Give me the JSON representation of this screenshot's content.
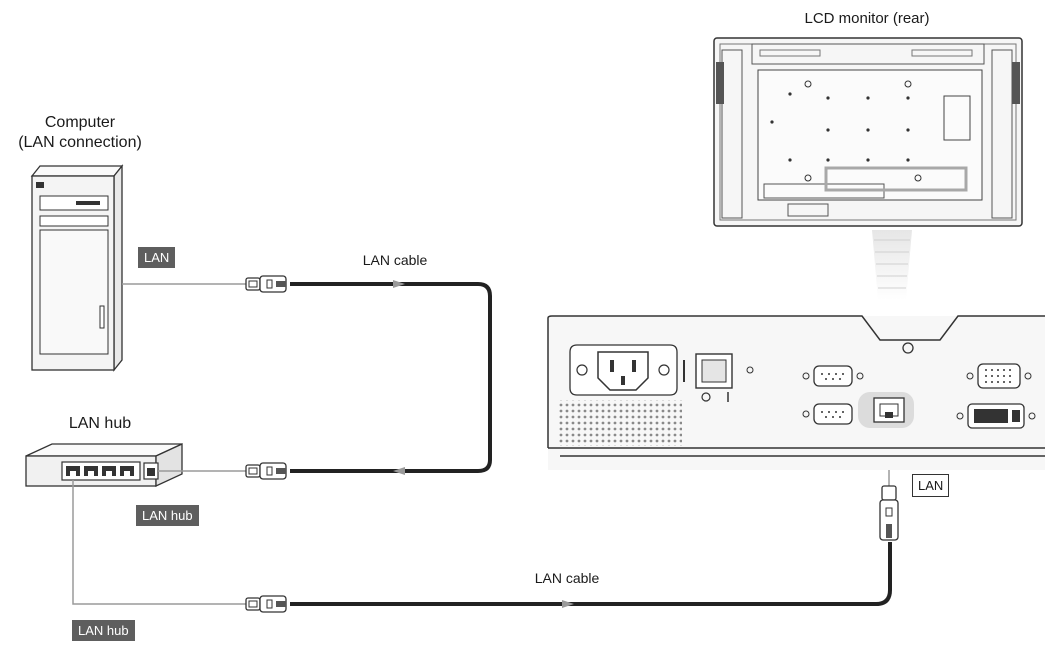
{
  "labels": {
    "monitor_title": "LCD monitor (rear)",
    "computer_line1": "Computer",
    "computer_line2": "(LAN connection)",
    "hub_title": "LAN hub",
    "cable_top": "LAN cable",
    "cable_bottom": "LAN cable"
  },
  "tags": {
    "computer_lan": "LAN",
    "hub_port_1": "LAN hub",
    "hub_port_2": "LAN hub",
    "monitor_lan": "LAN"
  },
  "colors": {
    "cable": "#222222",
    "thin_wire": "#9a9a9a",
    "device_fill": "#f4f4f4",
    "tag_fill": "#5e5e5e"
  }
}
